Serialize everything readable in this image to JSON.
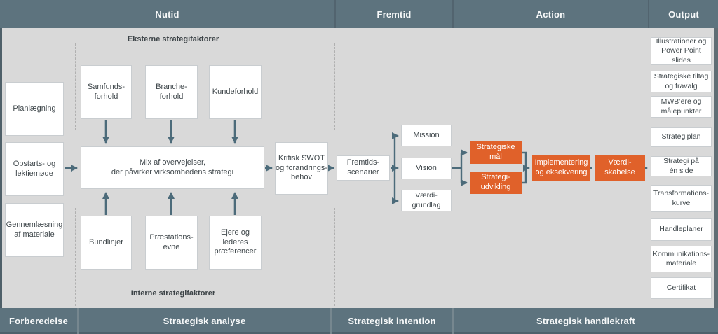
{
  "colors": {
    "bar": "#5d737e",
    "canvas_background": "#d9d9d9",
    "box_border": "#c9cdd0",
    "accent_orange": "#e0612a",
    "arrow": "#4c6b7a",
    "box_text": "#3f474b"
  },
  "header": {
    "nutid": "Nutid",
    "fremtid": "Fremtid",
    "action": "Action",
    "output": "Output"
  },
  "footer": {
    "forberedelse": "Forberedelse",
    "analyse": "Strategisk analyse",
    "intention": "Strategisk intention",
    "handlekraft": "Strategisk handlekraft"
  },
  "section_labels": {
    "external": "Eksterne strategifaktorer",
    "internal": "Interne strategifaktorer"
  },
  "boxes": {
    "planlaegning": "Planlægning",
    "opstart": "Opstarts- og\nlektiemøde",
    "gennemlaesning": "Gennemlæsning\naf materiale",
    "samfund": "Samfunds-\nforhold",
    "branche": "Branche-\nforhold",
    "kunde": "Kundeforhold",
    "mix": "Mix af overvejelser,\nder påvirker virksomhedens strategi",
    "bundlinjer": "Bundlinjer",
    "praestation": "Præstations-\nevne",
    "ejere": "Ejere og\nlederes\npræferencer",
    "swot": "Kritisk SWOT\nog forandrings-\nbehov",
    "fremtidsscenarier": "Fremtids-\nscenarier",
    "mission": "Mission",
    "vision": "Vision",
    "vaerdigrundlag": "Værdi-\ngrundlag",
    "strategiske_maal": "Strategiske\nmål",
    "strategiudvikling": "Strategi-\nudvikling",
    "implementering": "Implementering\nog eksekvering",
    "vaerdiskabelse": "Værdi-\nskabelse"
  },
  "output_items": [
    "Illustrationer og\nPower Point\nslides",
    "Strategiske tiltag\nog fravalg",
    "MWB’ere og\nmålepunkter",
    "Strategiplan",
    "Strategi på\nén side",
    "Transformations-\nkurve",
    "Handleplaner",
    "Kommunikations-\nmateriale",
    "Certifikat"
  ]
}
